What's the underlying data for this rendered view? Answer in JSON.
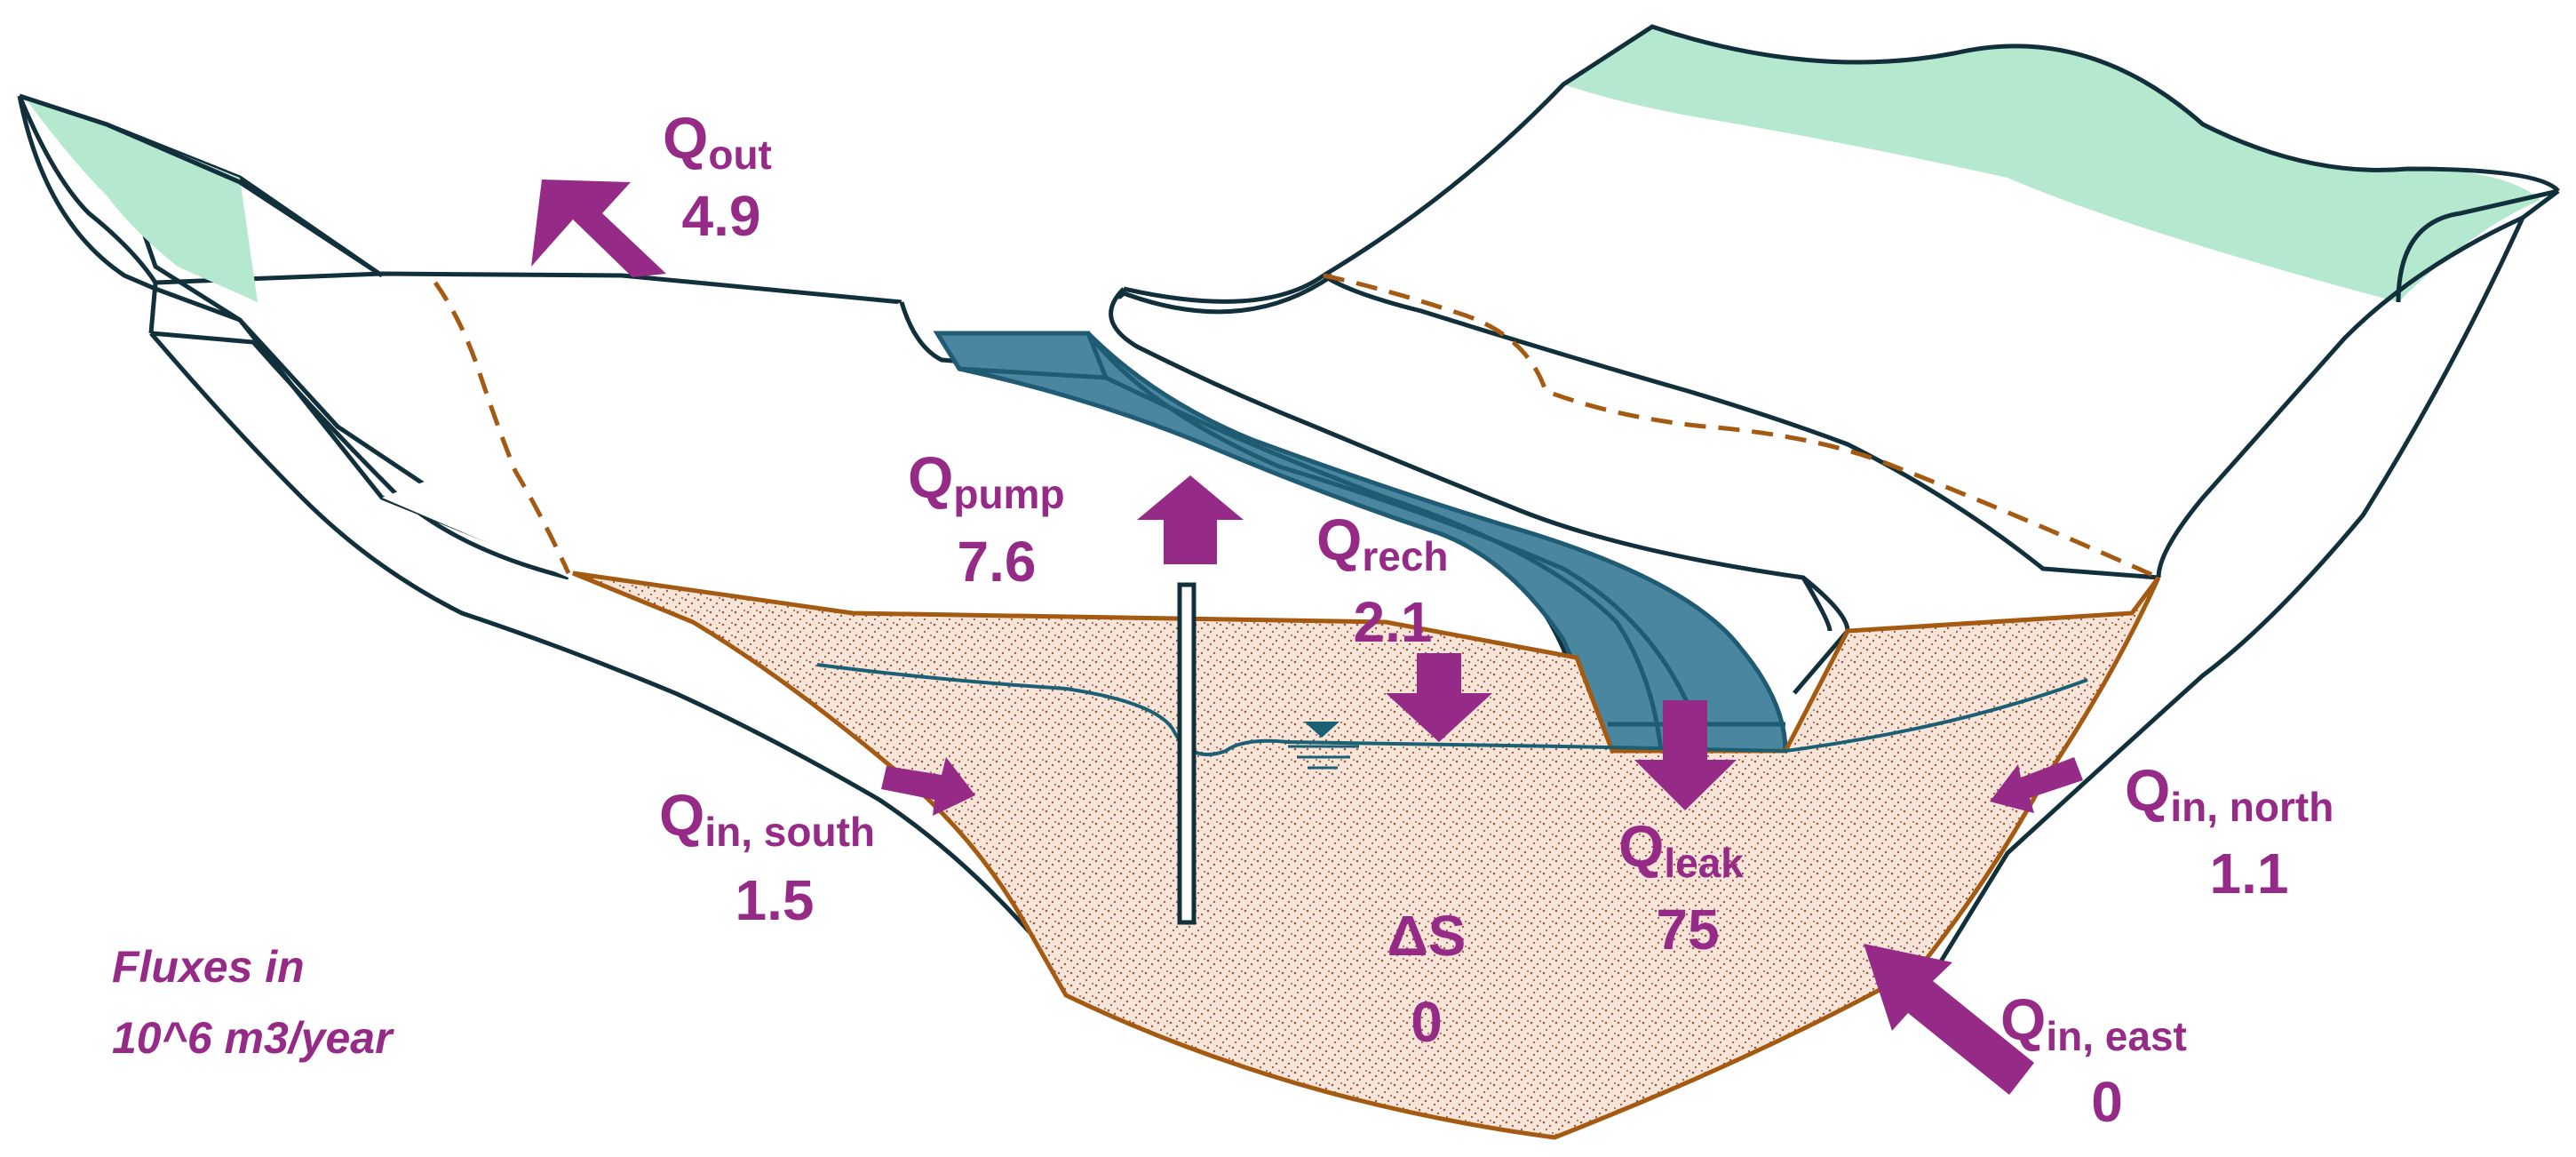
{
  "colors": {
    "outline": "#12303b",
    "aquifer_edge": "#a55a12",
    "aquifer_fill": "#f6e5d8",
    "aquifer_speckle": "#9a5a40",
    "river": "#4a86a0",
    "river_edge": "#1f5b73",
    "vegetation": "#b4e8cf",
    "water_table": "#1a5f74",
    "flux_arrow": "#962b87",
    "label_text": "#962b87"
  },
  "fluxes": {
    "out": {
      "symbol": "Q",
      "subscript": "out",
      "value": "4.9",
      "direction": "up-left"
    },
    "pump": {
      "symbol": "Q",
      "subscript": "pump",
      "value": "7.6",
      "direction": "up"
    },
    "rech": {
      "symbol": "Q",
      "subscript": "rech",
      "value": "2.1",
      "direction": "down"
    },
    "leak": {
      "symbol": "Q",
      "subscript": "leak",
      "value": "75",
      "direction": "down"
    },
    "south": {
      "symbol": "Q",
      "subscript": "in, south",
      "value": "1.5",
      "direction": "right"
    },
    "north": {
      "symbol": "Q",
      "subscript": "in, north",
      "value": "1.1",
      "direction": "left"
    },
    "east": {
      "symbol": "Q",
      "subscript": "in, east",
      "value": "0",
      "direction": "up-left"
    }
  },
  "storage": {
    "symbol": "ΔS",
    "value": "0"
  },
  "units_note": {
    "line1": "Fluxes in",
    "line2": "10^6 m3/year"
  },
  "icons": {
    "water_table_marker": "water-table-triangle-icon"
  }
}
